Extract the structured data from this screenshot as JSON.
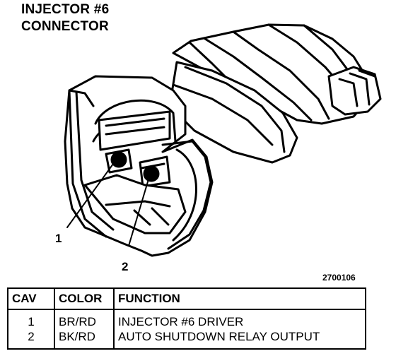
{
  "title": {
    "line1": "INJECTOR #6",
    "line2": "CONNECTOR"
  },
  "figure_id": "2700106",
  "callouts": [
    "1",
    "2"
  ],
  "table": {
    "headers": [
      "CAV",
      "COLOR",
      "FUNCTION"
    ],
    "rows": [
      {
        "cav": "1",
        "color": "BR/RD",
        "function": "INJECTOR #6 DRIVER"
      },
      {
        "cav": "2",
        "color": "BK/RD",
        "function": "AUTO SHUTDOWN RELAY OUTPUT"
      }
    ]
  }
}
